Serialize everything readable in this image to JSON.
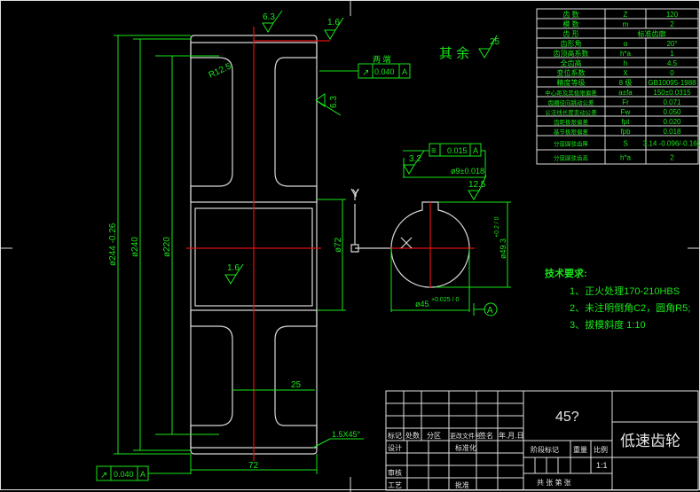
{
  "drawing_title": "低速齿轮",
  "material": "45?",
  "remaining_roughness": {
    "label": "其 余",
    "value": "25"
  },
  "param_table": [
    {
      "name": "齿 数",
      "symbol": "Z",
      "value": "120"
    },
    {
      "name": "模 数",
      "symbol": "m",
      "value": "2"
    },
    {
      "name": "齿 形",
      "symbol": "",
      "value": "标准齿廓"
    },
    {
      "name": "齿形角",
      "symbol": "α",
      "value": "20°"
    },
    {
      "name": "齿顶高系数",
      "symbol": "h*a",
      "value": "1"
    },
    {
      "name": "全齿高",
      "symbol": "h",
      "value": "4.5"
    },
    {
      "name": "变位系数",
      "symbol": "X",
      "value": "0"
    },
    {
      "name": "精度等级",
      "symbol": "8 级",
      "value": "GB10095-1988"
    },
    {
      "name": "中心距及其极限偏差",
      "symbol": "a±fa",
      "value": "150±0.0315"
    },
    {
      "name": "齿圈径向跳动公差",
      "symbol": "Fr",
      "value": "0.071"
    },
    {
      "name": "公法线长度变动公差",
      "symbol": "Fw",
      "value": "0.050"
    },
    {
      "name": "齿距极限偏差",
      "symbol": "fpt",
      "value": "0.020"
    },
    {
      "name": "基节极限偏差",
      "symbol": "fpb",
      "value": "0.018"
    },
    {
      "name": "分度圆弦齿厚",
      "symbol": "S",
      "value": "3.14 -0.096/-0.160"
    },
    {
      "name": "分度圆弦齿高",
      "symbol": "h*a",
      "value": "2"
    }
  ],
  "tech_req": {
    "title": "技术要求:",
    "items": [
      "1、正火处理170-210HBS",
      "2、未注明倒角C2，圆角R5;",
      "3、拔模斜度 1:10"
    ]
  },
  "dimensions": {
    "d_tip": "ø244 -0.26",
    "d_tip_tol_upper": "0",
    "d_root": "ø240",
    "d_web": "ø220",
    "d_hub": "ø72",
    "width": "72",
    "web_thickness": "25",
    "chamfer": "1.5X45°",
    "fillet": "R12.5",
    "bore": "ø45",
    "bore_tol": "+0.025 / 0",
    "keyway_depth": "ø49.3",
    "keyway_depth_tol": "+0.2 / 0",
    "keyway_width": "ø9±0.018"
  },
  "roughness": [
    "6.3",
    "1.6",
    "6.3",
    "1.6",
    "3.2",
    "12.5"
  ],
  "tolerances": {
    "runout_top": {
      "value": "0.040",
      "datum": "A",
      "label": "两 端"
    },
    "runout_bottom": {
      "value": "0.040",
      "datum": "A"
    },
    "symmetry": {
      "value": "0.015",
      "datum": "A"
    },
    "datum_label": "A"
  },
  "axis_label": "Y",
  "title_block": {
    "headers": [
      "标记",
      "处数",
      "分区",
      "更改文件号",
      "签名",
      "年.月.日"
    ],
    "design": "设计",
    "standardize": "标准化",
    "review": "审核",
    "process": "工艺",
    "approve": "批准",
    "stage_mark": "阶段标记",
    "weight": "重量",
    "scale_label": "比例",
    "scale": "1:1",
    "sheets": "共   张 第   张"
  }
}
